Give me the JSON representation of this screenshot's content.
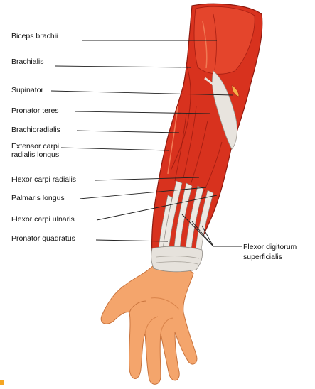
{
  "labels": {
    "biceps_brachii": "Biceps brachii",
    "brachialis": "Brachialis",
    "supinator": "Supinator",
    "pronator_teres": "Pronator teres",
    "brachioradialis": "Brachioradialis",
    "extensor_carpi_line1": "Extensor carpi",
    "extensor_carpi_line2": "radialis longus",
    "flexor_carpi_radialis": "Flexor carpi radialis",
    "palmaris_longus": "Palmaris longus",
    "flexor_carpi_ulnaris": "Flexor carpi ulnaris",
    "pronator_quadratus": "Pronator quadratus",
    "flexor_digitorum_line1": "Flexor digitorum",
    "flexor_digitorum_line2": "superficialis"
  },
  "colors": {
    "muscle_red": "#d8321e",
    "muscle_dark": "#a51e12",
    "muscle_light": "#ef6a45",
    "tendon": "#e8e4de",
    "skin": "#f4a56c",
    "skin_dark": "#d9834a",
    "leader_line": "#222222",
    "corner_mark": "#f5a623"
  }
}
